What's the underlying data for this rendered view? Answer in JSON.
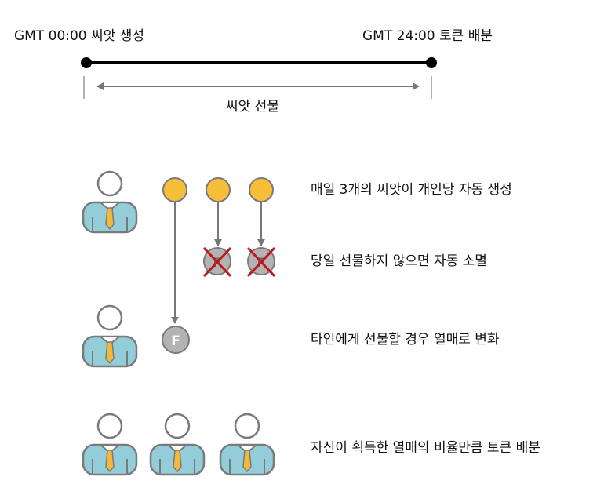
{
  "timeline": {
    "start_label": "GMT 00:00 씨앗 생성",
    "end_label": "GMT 24:00 토큰 배분",
    "span_label": "씨앗 선물"
  },
  "steps": [
    {
      "text": "매일 3개의 씨앗이 개인당 자동 생성"
    },
    {
      "text": "당일 선물하지 않으면 자동 소멸"
    },
    {
      "text": "타인에게 선물할 경우 열매로 변화"
    },
    {
      "text": "자신이 획득한 열매의 비율만큼 토큰 배분"
    }
  ],
  "fruit_glyph": "F",
  "colors": {
    "seed": "#F7BE3A",
    "seed_stroke": "#7A7A7A",
    "withered": "#B3B3B3",
    "cross": "#C0171C",
    "person_shirt": "#93CDDA",
    "person_tie": "#F5B83A",
    "person_outline": "#7A7A7A",
    "arrow": "#777777",
    "timeline": "#000000"
  },
  "icons": [
    "person-icon",
    "seed-icon",
    "withered-seed-icon",
    "cross-icon",
    "fruit-icon"
  ]
}
